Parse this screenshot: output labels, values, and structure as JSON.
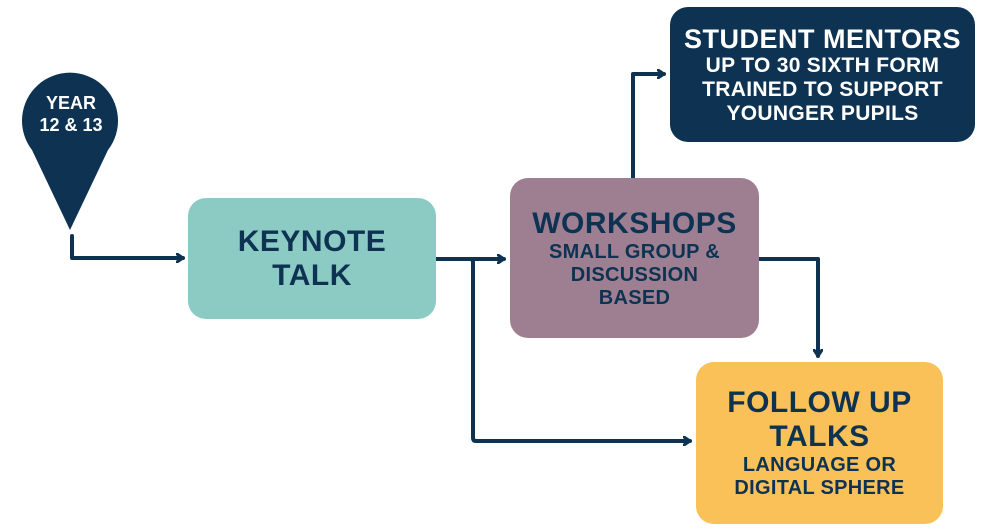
{
  "pin": {
    "lines": [
      "YEAR",
      "12 & 13"
    ]
  },
  "nodes": {
    "keynote": {
      "title_lines": [
        "KEYNOTE",
        "TALK"
      ]
    },
    "workshops": {
      "title_lines": [
        "WORKSHOPS"
      ],
      "detail_lines": [
        "SMALL GROUP &",
        "DISCUSSION",
        "BASED"
      ]
    },
    "mentors": {
      "title_lines": [
        "STUDENT MENTORS"
      ],
      "detail_lines": [
        "UP TO 30 SIXTH FORM",
        "TRAINED TO SUPPORT",
        "YOUNGER PUPILS"
      ]
    },
    "followup": {
      "title_lines": [
        "FOLLOW UP",
        "TALKS"
      ],
      "detail_lines": [
        "LANGUAGE OR",
        "DIGITAL SPHERE"
      ]
    }
  },
  "colors": {
    "navy": "#0e3352",
    "teal": "#8ccbc3",
    "mauve": "#9e7f92",
    "amber": "#f9c158"
  }
}
